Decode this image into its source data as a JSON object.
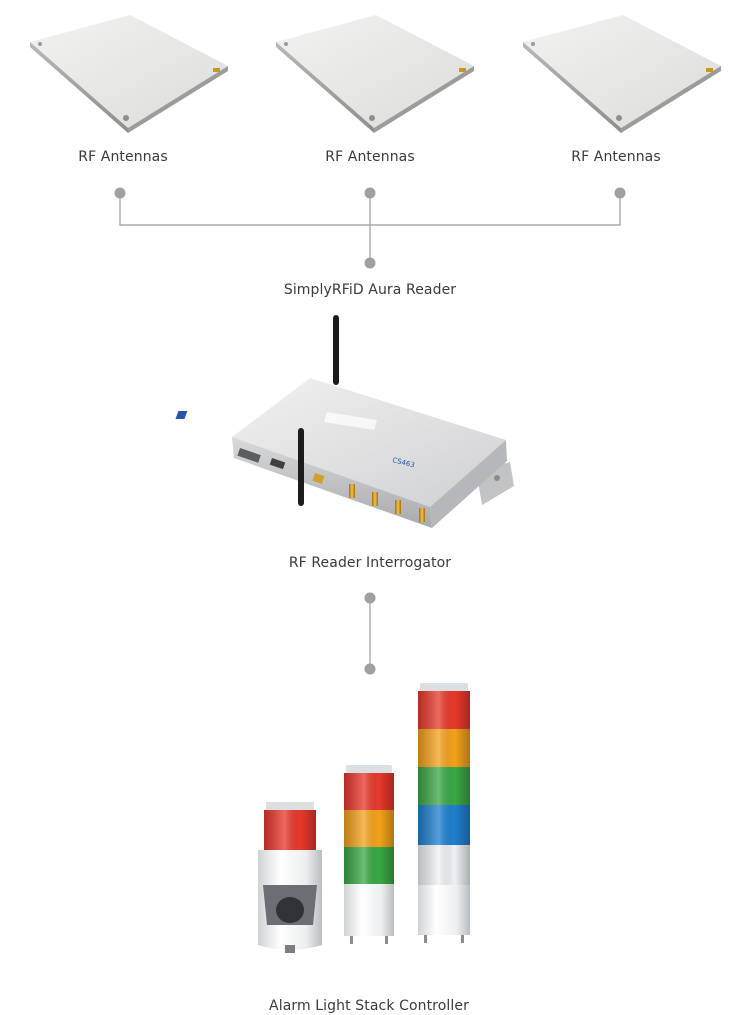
{
  "antennas": {
    "labels": [
      "RF Antennas",
      "RF Antennas",
      "RF Antennas"
    ]
  },
  "reader": {
    "label": "SimplyRFiD Aura Reader",
    "model": "CS463"
  },
  "interrogator": {
    "label": "RF Reader Interrogator"
  },
  "alarm": {
    "label": "Alarm Light Stack Controller"
  },
  "colors": {
    "connector": "#9b9b9b",
    "node": "#a0a0a0",
    "light_red": "#e8382c",
    "light_orange": "#f4a21c",
    "light_green": "#3aa845",
    "light_blue": "#1f7fd0",
    "light_clear": "#eef2f4"
  }
}
